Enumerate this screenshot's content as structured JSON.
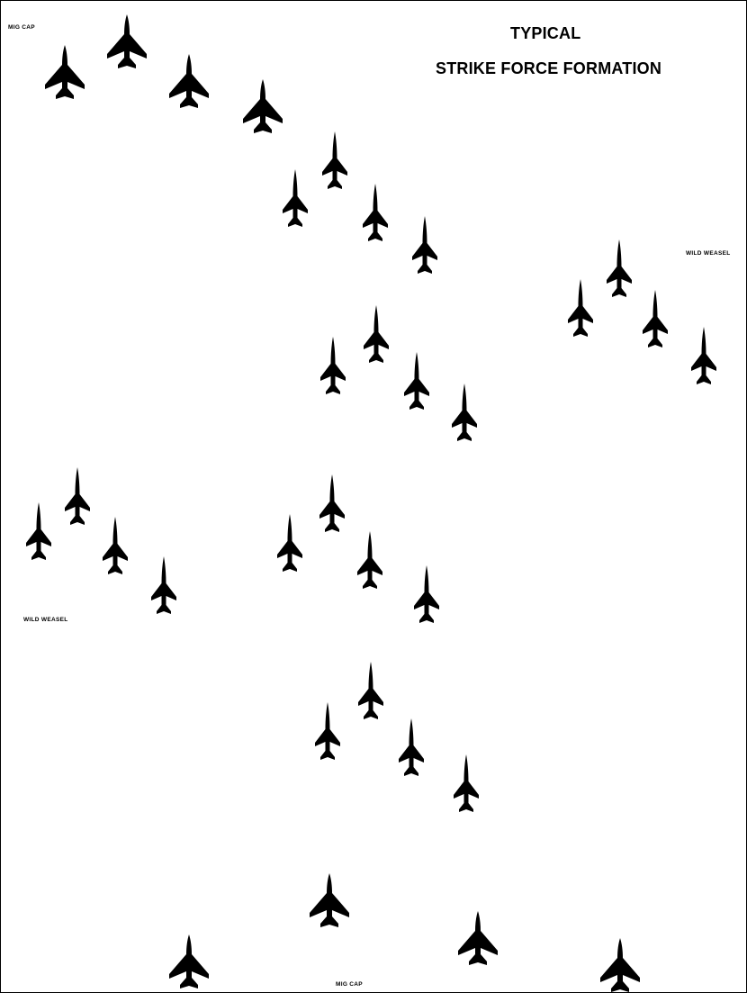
{
  "title": {
    "line1": "TYPICAL",
    "line2": "STRIKE FORCE FORMATION"
  },
  "labels": {
    "mig_cap_top": "MIG CAP",
    "wild_weasel_right": "WILD WEASEL",
    "wild_weasel_left": "WILD WEASEL",
    "mig_cap_bottom": "MIG CAP"
  },
  "colors": {
    "aircraft": "#000000",
    "background": "#ffffff"
  },
  "groups": [
    {
      "name": "mig-cap-top",
      "icon": "f4-phantom-icon",
      "count": 4
    },
    {
      "name": "strike-flight-1",
      "icon": "f105-thunderchief-icon",
      "count": 4
    },
    {
      "name": "wild-weasel-right",
      "icon": "f105-thunderchief-icon",
      "count": 4
    },
    {
      "name": "strike-flight-2",
      "icon": "f105-thunderchief-icon",
      "count": 4
    },
    {
      "name": "wild-weasel-left",
      "icon": "f105-thunderchief-icon",
      "count": 4
    },
    {
      "name": "strike-flight-3",
      "icon": "f105-thunderchief-icon",
      "count": 4
    },
    {
      "name": "strike-flight-4",
      "icon": "f105-thunderchief-icon",
      "count": 4
    },
    {
      "name": "mig-cap-bottom",
      "icon": "f4-phantom-icon",
      "count": 4
    }
  ]
}
